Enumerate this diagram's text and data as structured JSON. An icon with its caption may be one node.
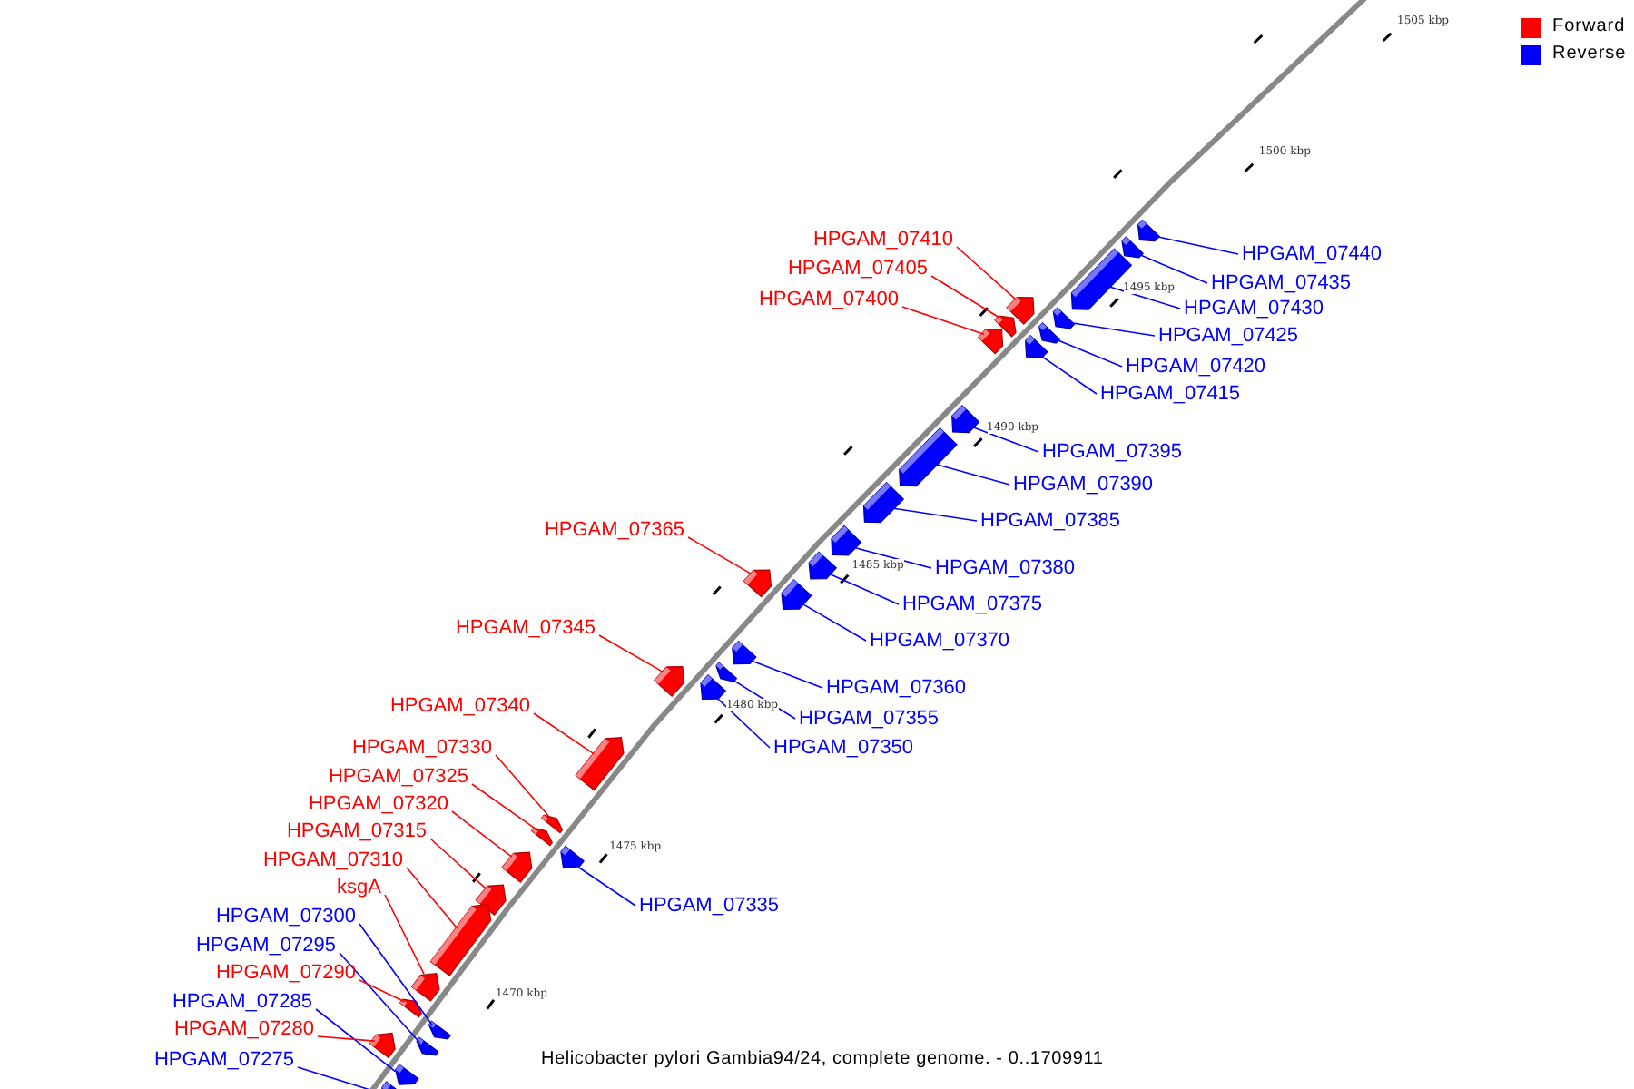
{
  "diagram": {
    "caption": "Helicobacter pylori Gambia94/24, complete genome. - 0..1709911",
    "nodes": [
      {
        "text": [
          "HPGAM_07410"
        ]
      },
      {
        "text": [],
        "shape": "arrow"
      },
      {
        "text": [
          "HPGAM_07440"
        ]
      },
      {
        "text": [],
        "shape": "arrow"
      },
      {
        "text": [
          "HPGAM_07405"
        ]
      },
      {
        "text": [],
        "shape": "arrow"
      },
      {
        "text": [
          "HPGAM_07435"
        ]
      },
      {
        "text": [],
        "shape": "arrow"
      },
      {
        "text": [
          "HPGAM_07400"
        ]
      },
      {
        "text": [],
        "shape": "arrow"
      },
      {
        "text": [
          "HPGAM_07430"
        ]
      },
      {
        "text": [],
        "shape": "arrow"
      },
      {
        "text": [
          "HPGAM_07425"
        ]
      },
      {
        "text": [],
        "shape": "arrow"
      },
      {
        "text": [
          "HPGAM_07420"
        ]
      },
      {
        "text": [],
        "shape": "arrow"
      },
      {
        "text": [
          "HPGAM_07415"
        ]
      },
      {
        "text": [],
        "shape": "arrow"
      },
      {
        "text": [
          "HPGAM_07395"
        ]
      },
      {
        "text": [],
        "shape": "arrow"
      },
      {
        "text": [
          "HPGAM_07390"
        ]
      },
      {
        "text": [],
        "shape": "arrow"
      },
      {
        "text": [
          "HPGAM_07385"
        ]
      },
      {
        "text": [],
        "shape": "arrow"
      },
      {
        "text": [
          "HPGAM_07365"
        ]
      },
      {
        "text": [],
        "shape": "arrow"
      },
      {
        "text": [
          "HPGAM_07380"
        ]
      },
      {
        "text": [],
        "shape": "arrow"
      },
      {
        "text": [
          "HPGAM_07375"
        ]
      },
      {
        "text": [],
        "shape": "arrow"
      },
      {
        "text": [
          "HPGAM_07345"
        ]
      },
      {
        "text": [],
        "shape": "arrow"
      },
      {
        "text": [
          "HPGAM_07370"
        ]
      },
      {
        "text": [],
        "shape": "arrow"
      },
      {
        "text": [
          "HPGAM_07360"
        ]
      },
      {
        "text": [],
        "shape": "arrow"
      },
      {
        "text": [
          "HPGAM_07340"
        ]
      },
      {
        "text": [],
        "shape": "arrow"
      },
      {
        "text": [
          "HPGAM_07355"
        ]
      },
      {
        "text": [],
        "shape": "arrow"
      },
      {
        "text": [
          "HPGAM_07350"
        ]
      },
      {
        "text": [],
        "shape": "arrow"
      },
      {
        "text": [
          "HPGAM_07330"
        ]
      },
      {
        "text": [],
        "shape": "arrow"
      },
      {
        "text": [
          "HPGAM_07325"
        ]
      },
      {
        "text": [],
        "shape": "arrow"
      },
      {
        "text": [
          "HPGAM_07320"
        ]
      },
      {
        "text": [],
        "shape": "arrow"
      },
      {
        "text": [
          "HPGAM_07315"
        ]
      },
      {
        "text": [],
        "shape": "arrow"
      },
      {
        "text": [
          "HPGAM_07310"
        ]
      },
      {
        "text": [],
        "shape": "arrow"
      },
      {
        "text": [
          "ksgA"
        ]
      },
      {
        "text": [],
        "shape": "arrow"
      },
      {
        "text": [
          "HPGAM_07335"
        ]
      },
      {
        "text": [],
        "shape": "arrow"
      },
      {
        "text": [
          "HPGAM_07300"
        ]
      },
      {
        "text": [],
        "shape": "arrow"
      },
      {
        "text": [
          "HPGAM_07295"
        ]
      },
      {
        "text": [],
        "shape": "arrow"
      },
      {
        "text": [
          "HPGAM_07290"
        ]
      },
      {
        "text": [],
        "shape": "arrow"
      },
      {
        "text": [
          "HPGAM_07285"
        ]
      },
      {
        "text": [],
        "shape": "arrow"
      },
      {
        "text": [
          "HPGAM_07280"
        ]
      },
      {
        "text": [],
        "shape": "arrow"
      },
      {
        "text": [
          "HPGAM_07275"
        ]
      },
      {
        "text": [],
        "shape": "arrow"
      }
    ],
    "edges": [
      {
        "from": 0,
        "to": 1,
        "arrow": "none",
        "color": "#ff0000"
      },
      {
        "from": 2,
        "to": 3,
        "arrow": "none"
      },
      {
        "from": 4,
        "to": 5,
        "arrow": "none",
        "color": "#ff0000"
      },
      {
        "from": 6,
        "to": 7,
        "arrow": "none"
      },
      {
        "from": 8,
        "to": 9,
        "arrow": "none",
        "color": "#ff0000"
      },
      {
        "from": 10,
        "to": 11,
        "arrow": "none"
      },
      {
        "from": 12,
        "to": 13,
        "arrow": "none"
      },
      {
        "from": 14,
        "to": 15,
        "arrow": "none"
      },
      {
        "from": 16,
        "to": 17,
        "arrow": "none"
      },
      {
        "from": 18,
        "to": 19,
        "arrow": "none"
      },
      {
        "from": 20,
        "to": 21,
        "arrow": "none"
      },
      {
        "from": 22,
        "to": 23,
        "arrow": "none"
      },
      {
        "from": 24,
        "to": 25,
        "arrow": "none",
        "color": "#ff0000"
      },
      {
        "from": 26,
        "to": 27,
        "arrow": "none"
      },
      {
        "from": 28,
        "to": 29,
        "arrow": "none"
      },
      {
        "from": 30,
        "to": 31,
        "arrow": "none",
        "color": "#ff0000"
      },
      {
        "from": 32,
        "to": 33,
        "arrow": "none"
      },
      {
        "from": 34,
        "to": 35,
        "arrow": "none"
      },
      {
        "from": 36,
        "to": 37,
        "arrow": "none",
        "color": "#ff0000"
      },
      {
        "from": 38,
        "to": 39,
        "arrow": "none"
      },
      {
        "from": 40,
        "to": 41,
        "arrow": "none"
      },
      {
        "from": 42,
        "to": 43,
        "arrow": "none",
        "color": "#ff0000"
      },
      {
        "from": 44,
        "to": 45,
        "arrow": "none",
        "color": "#ff0000"
      },
      {
        "from": 46,
        "to": 47,
        "arrow": "none",
        "color": "#ff0000"
      },
      {
        "from": 48,
        "to": 49,
        "arrow": "none",
        "color": "#ff0000"
      },
      {
        "from": 50,
        "to": 51,
        "arrow": "none",
        "color": "#ff0000"
      },
      {
        "from": 52,
        "to": 53,
        "arrow": "none",
        "color": "#ff0000"
      },
      {
        "from": 54,
        "to": 55,
        "arrow": "none"
      },
      {
        "from": 56,
        "to": 57,
        "arrow": "none"
      },
      {
        "from": 58,
        "to": 59,
        "arrow": "none"
      },
      {
        "from": 60,
        "to": 61,
        "arrow": "none",
        "color": "#ff0000"
      },
      {
        "from": 62,
        "to": 63,
        "arrow": "none"
      },
      {
        "from": 64,
        "to": 65,
        "arrow": "none",
        "color": "#ff0000"
      },
      {
        "from": 66,
        "to": 67,
        "arrow": "none"
      }
    ],
    "labels": [
      "1505 kbp",
      "1500 kbp",
      "1495 kbp",
      "1490 kbp",
      "1485 kbp",
      "1480 kbp",
      "1475 kbp",
      "1470 kbp"
    ],
    "legend": [
      {
        "text": "Forward",
        "color": "#ff0000"
      },
      {
        "text": "Reverse",
        "color": "#0000ff"
      }
    ]
  }
}
